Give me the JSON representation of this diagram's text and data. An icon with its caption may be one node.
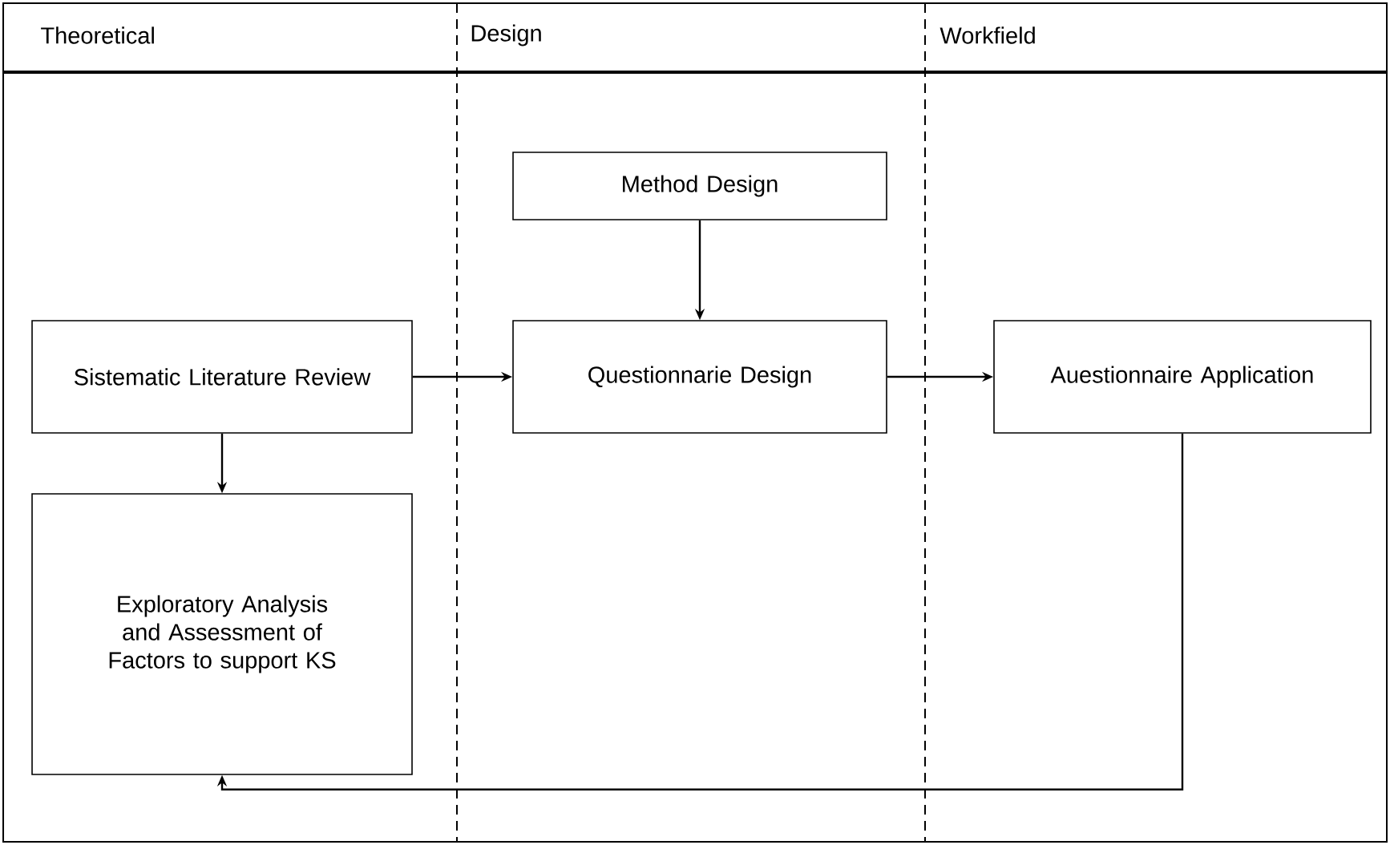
{
  "diagram": {
    "nodes": [
      {
        "text": [
          "Method Design"
        ]
      },
      {
        "text": [
          "Sistematic Literature Review"
        ]
      },
      {
        "text": [
          "Questionnarie Design"
        ]
      },
      {
        "text": [
          "Auestionnaire Application"
        ]
      },
      {
        "text": [
          "Exploratory Analysis and Assessment of Factors to support KS"
        ]
      }
    ],
    "edges": [
      {
        "from": 0,
        "to": 2,
        "arrow": "to"
      },
      {
        "from": 1,
        "to": 2,
        "arrow": "to"
      },
      {
        "from": 2,
        "to": 3,
        "arrow": "to"
      },
      {
        "from": 1,
        "to": 4,
        "arrow": "to"
      },
      {
        "from": 3,
        "to": 4,
        "arrow": "to"
      }
    ],
    "labels": [
      "Theoretical",
      "Design",
      "Workfield"
    ]
  }
}
